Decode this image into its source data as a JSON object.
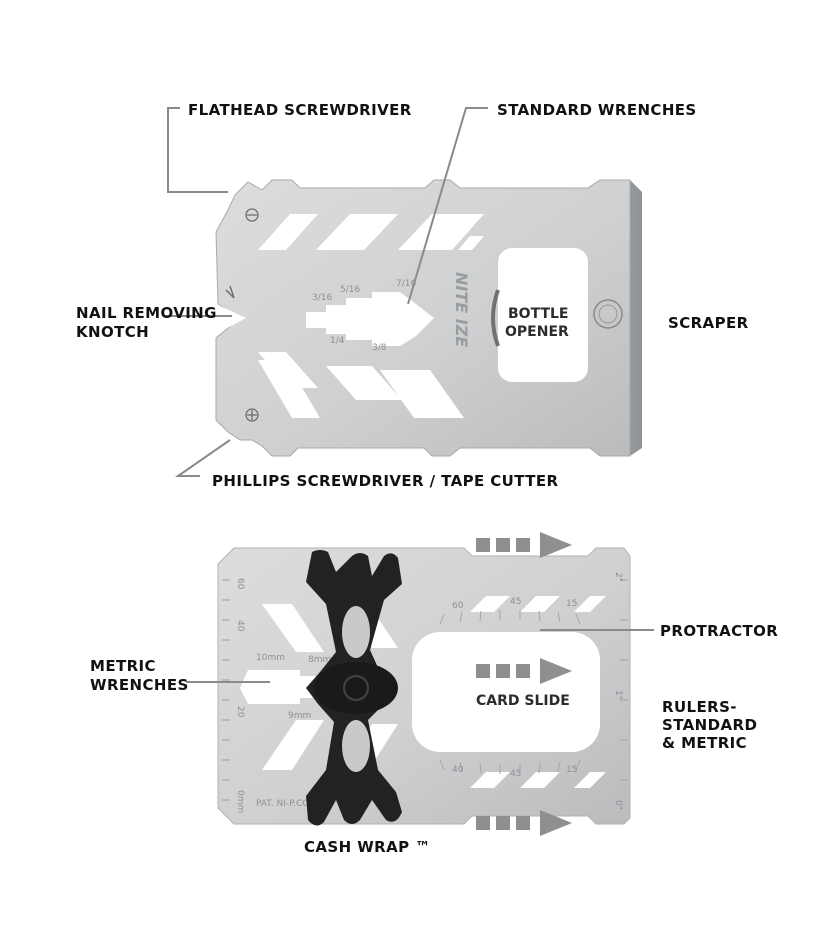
{
  "labels": {
    "flathead": "FLATHEAD SCREWDRIVER",
    "standard_wrenches": "STANDARD WRENCHES",
    "nail_line1": "NAIL REMOVING",
    "nail_line2": "KNOTCH",
    "bottle_line1": "BOTTLE",
    "bottle_line2": "OPENER",
    "scraper": "SCRAPER",
    "phillips": "PHILLIPS SCREWDRIVER / TAPE CUTTER",
    "protractor": "PROTRACTOR",
    "metric_line1": "METRIC",
    "metric_line2": "WRENCHES",
    "card_slide": "CARD SLIDE",
    "rulers_line1": "RULERS-",
    "rulers_line2": "STANDARD",
    "rulers_line3": "& METRIC",
    "cash_wrap": "CASH WRAP ™"
  },
  "etching": {
    "brand": "NITE IZE",
    "sizes_standard": [
      "3/16",
      "5/16",
      "7/16",
      "1/4",
      "3/8"
    ],
    "sizes_metric": [
      "10mm",
      "8mm",
      "9mm"
    ],
    "patent": "PAT. NI-P.CO",
    "ruler_marks": [
      "60",
      "40",
      "20",
      "0mm"
    ],
    "inch_marks": [
      "2\"",
      "1\"",
      "0\""
    ],
    "angle_marks": [
      "60",
      "45",
      "15",
      "40",
      "45",
      "15"
    ]
  },
  "colors": {
    "steel_light": "#d6d7d8",
    "steel_dark": "#b8babc",
    "label_text": "#111111",
    "leader_line": "#8a8a8a",
    "arrow": "#8f8f8f",
    "cash_wrap": "#222222"
  }
}
